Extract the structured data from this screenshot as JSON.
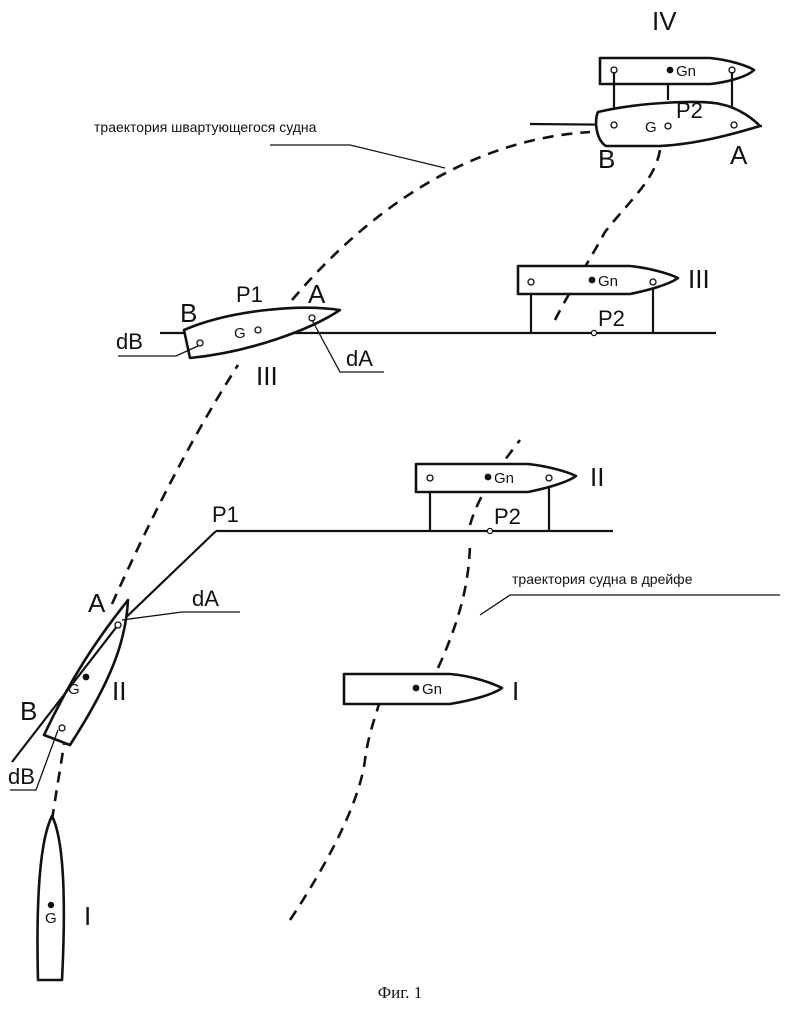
{
  "labels": {
    "trajectory_mooring_vessel": "траектория швартующегося судна",
    "trajectory_drifting_vessel": "траектория судна в дрейфе",
    "stage_I": "I",
    "stage_II": "II",
    "stage_III": "III",
    "stage_IV": "IV",
    "point_A": "A",
    "point_B": "B",
    "point_G": "G",
    "point_Gn": "Gn",
    "point_P1": "P1",
    "point_P2": "P2",
    "d_A": "dA",
    "d_B": "dB"
  },
  "caption": "Фиг. 1"
}
